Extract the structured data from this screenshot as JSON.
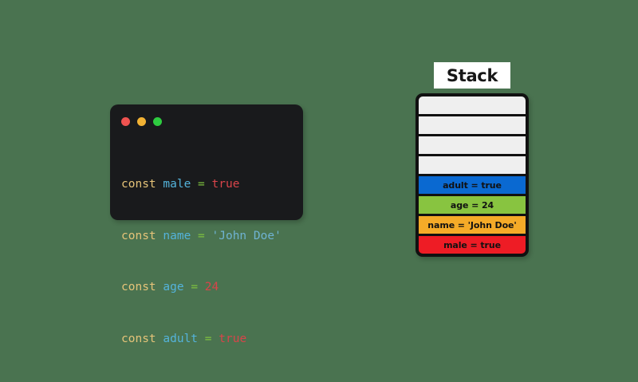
{
  "background_color": "#4a7350",
  "code_window": {
    "background_color": "#191a1c",
    "traffic_lights": [
      {
        "name": "close",
        "color": "#ef5350"
      },
      {
        "name": "minimize",
        "color": "#f2b234"
      },
      {
        "name": "maximize",
        "color": "#2ecc40"
      }
    ],
    "language": "javascript",
    "lines": [
      {
        "keyword": "const ",
        "variable": "male",
        "operator": " = ",
        "value": "true",
        "value_type": "literal"
      },
      {
        "keyword": "const ",
        "variable": "name",
        "operator": " = ",
        "value": "'John Doe'",
        "value_type": "string"
      },
      {
        "keyword": "const ",
        "variable": "age",
        "operator": " = ",
        "value": "24",
        "value_type": "literal"
      },
      {
        "keyword": "const ",
        "variable": "adult",
        "operator": " = ",
        "value": "true",
        "value_type": "literal"
      }
    ],
    "syntax_colors": {
      "keyword": "#e6c479",
      "variable": "#54b3db",
      "operator": "#7fc13f",
      "literal": "#d9444a",
      "string": "#6fb3d2"
    }
  },
  "stack": {
    "title": "Stack",
    "title_background": "#ffffff",
    "border_color": "#111111",
    "empty_cell_color": "#efefef",
    "cells": [
      {
        "label": "",
        "color": "#efefef",
        "empty": true
      },
      {
        "label": "",
        "color": "#efefef",
        "empty": true
      },
      {
        "label": "",
        "color": "#efefef",
        "empty": true
      },
      {
        "label": "",
        "color": "#efefef",
        "empty": true
      },
      {
        "label": "adult = true",
        "color": "#0a69d1",
        "empty": false
      },
      {
        "label": "age = 24",
        "color": "#88c440",
        "empty": false
      },
      {
        "label": "name = 'John Doe'",
        "color": "#f5ab28",
        "empty": false
      },
      {
        "label": "male = true",
        "color": "#ee1c25",
        "empty": false
      }
    ]
  }
}
